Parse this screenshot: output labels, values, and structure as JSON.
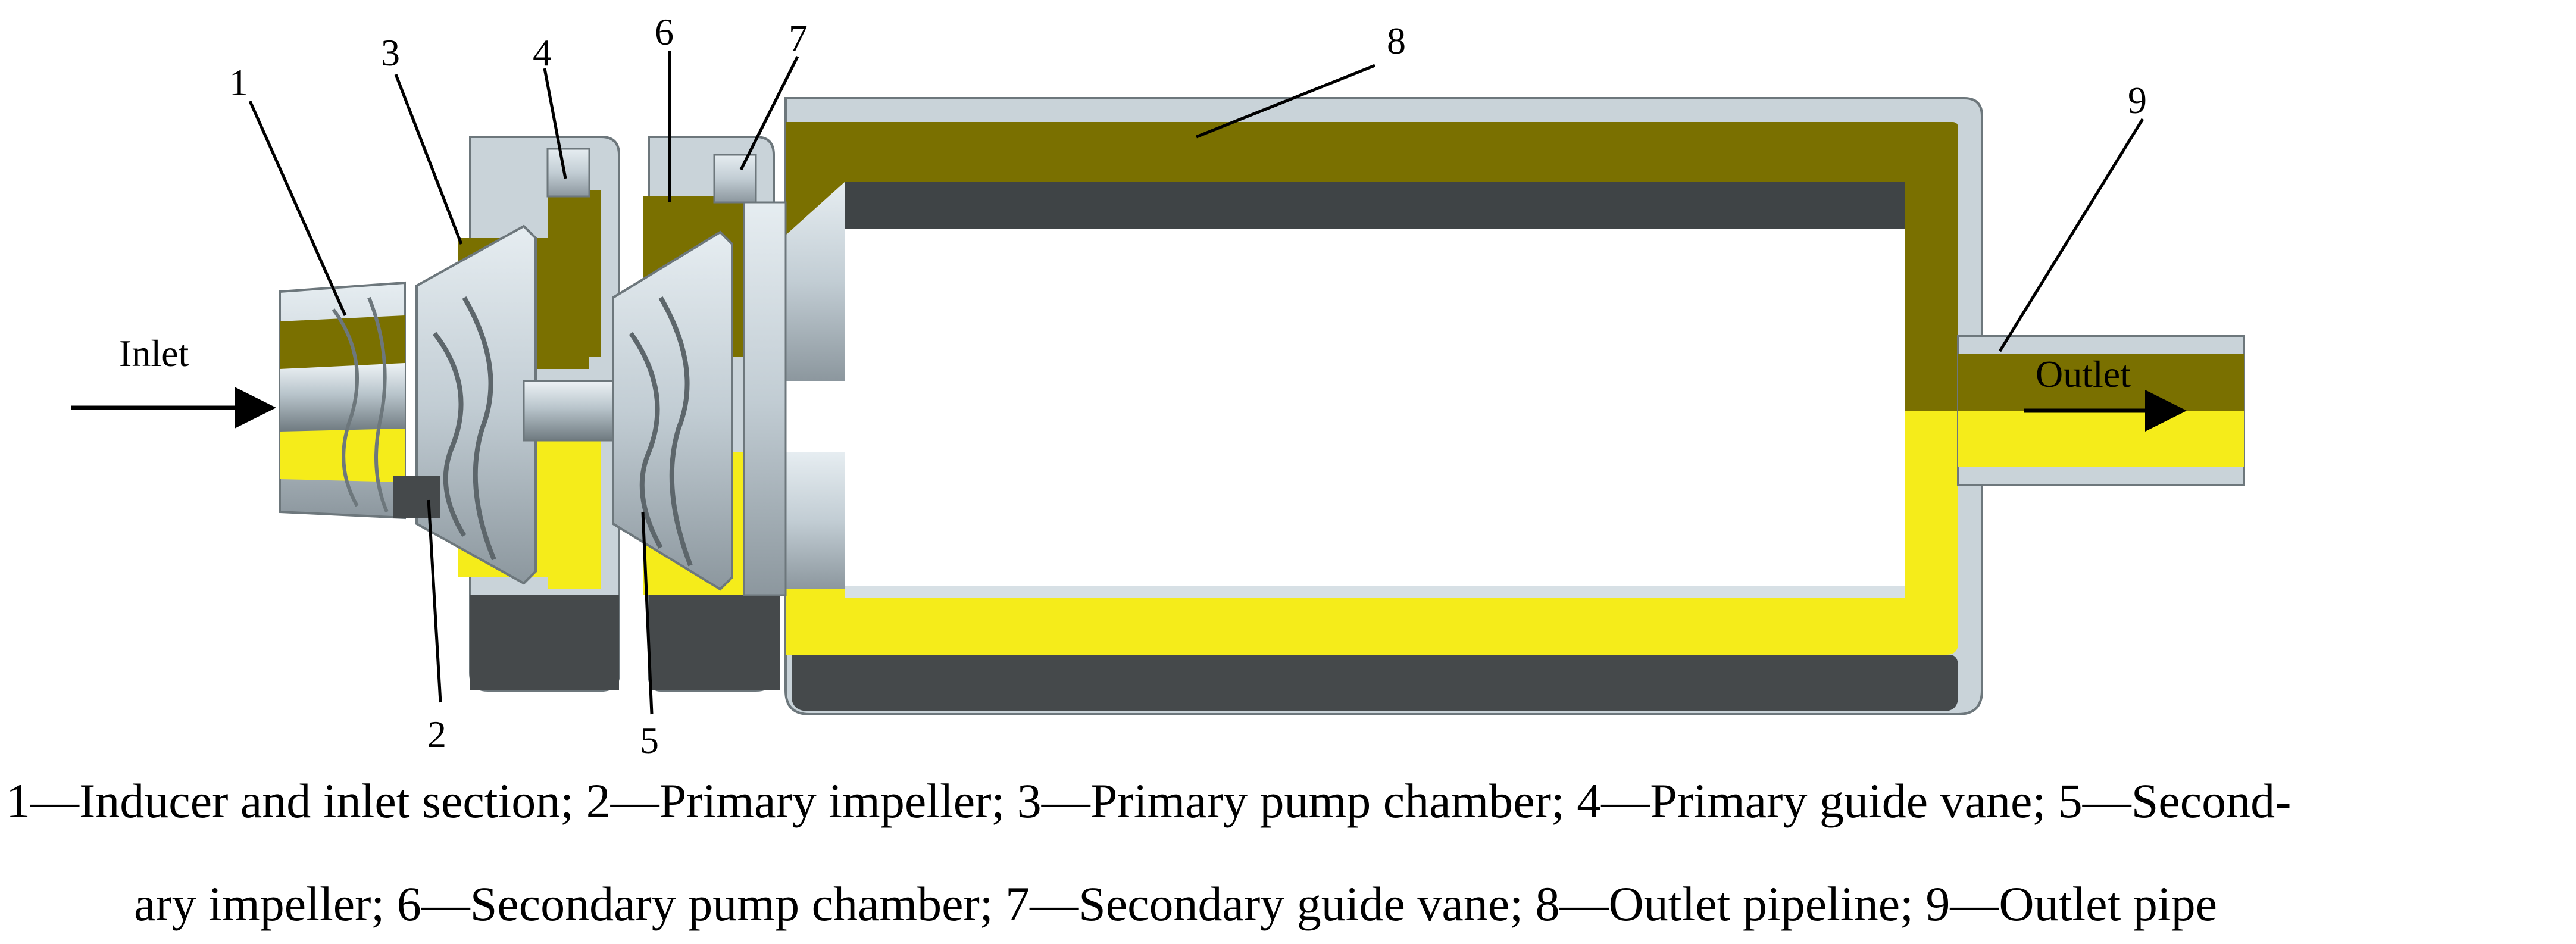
{
  "labels": {
    "n1": "1",
    "n2": "2",
    "n3": "3",
    "n4": "4",
    "n5": "5",
    "n6": "6",
    "n7": "7",
    "n8": "8",
    "n9": "9",
    "inlet": "Inlet",
    "outlet": "Outlet"
  },
  "caption": {
    "line1": "1—Inducer and inlet section; 2—Primary impeller; 3—Primary pump chamber; 4—Primary guide vane; 5—Second-",
    "line2": "ary impeller; 6—Secondary pump chamber; 7—Secondary guide vane; 8—Outlet pipeline; 9—Outlet pipe"
  },
  "colors": {
    "olive": "#7a7000",
    "yellow": "#f5ec1a",
    "metal": "#c8d2d8",
    "metal_dark": "#7d8990",
    "dark": "#3a3e40",
    "light": "#e3eaee"
  }
}
